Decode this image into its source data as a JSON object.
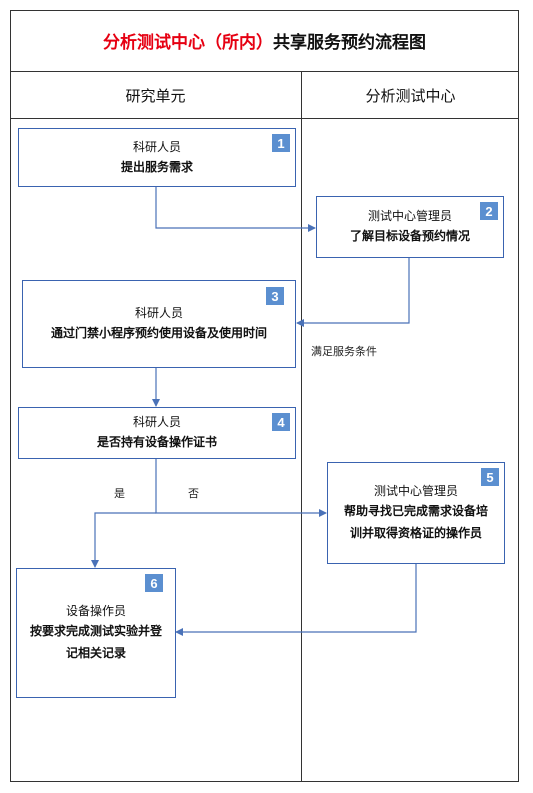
{
  "title": {
    "red": "分析测试中心（所内）",
    "black": "共享服务预约流程图"
  },
  "lanes": {
    "left": "研究单元",
    "right": "分析测试中心"
  },
  "steps": [
    {
      "num": "1",
      "role": "科研人员",
      "task": "提出服务需求"
    },
    {
      "num": "2",
      "role": "测试中心管理员",
      "task": "了解目标设备预约情况"
    },
    {
      "num": "3",
      "role": "科研人员",
      "task": "通过门禁小程序预约使用设备及使用时间"
    },
    {
      "num": "4",
      "role": "科研人员",
      "task": "是否持有设备操作证书"
    },
    {
      "num": "5",
      "role": "测试中心管理员",
      "task_line1": "帮助寻找已完成需求设备培",
      "task_line2": "训并取得资格证的操作员"
    },
    {
      "num": "6",
      "role": "设备操作员",
      "task_line1": "按要求完成测试实验并登",
      "task_line2": "记相关记录"
    }
  ],
  "labels": {
    "condition": "满足服务条件",
    "yes": "是",
    "no": "否"
  },
  "colors": {
    "title_red": "#e60012",
    "box_border": "#3a63b0",
    "badge": "#5b8fd0",
    "arrow": "#4a72b8"
  }
}
